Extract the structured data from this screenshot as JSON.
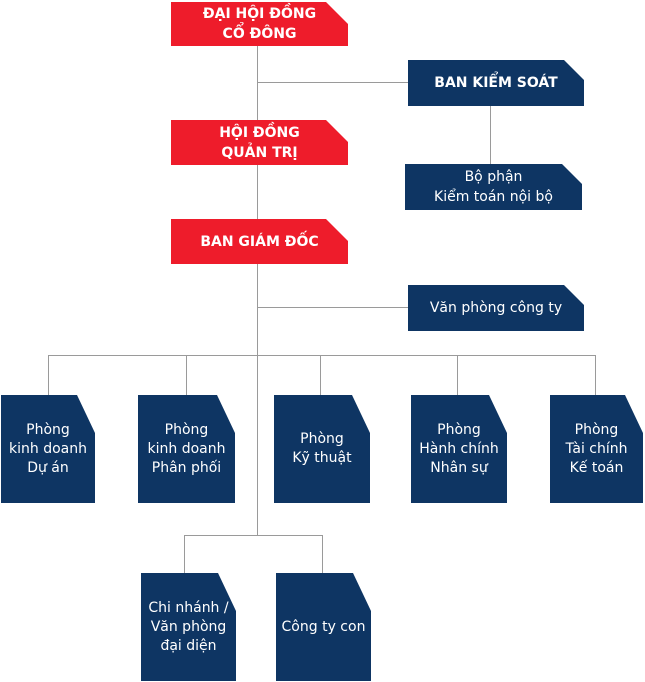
{
  "nodes": {
    "shareholders": "ĐẠI HỘI ĐỒNG\nCỔ ĐÔNG",
    "supervisory": "BAN KIỂM SOÁT",
    "board": "HỘI ĐỒNG\nQUẢN TRỊ",
    "audit": "Bộ phận\nKiểm toán nội bộ",
    "management": "BAN GIÁM ĐỐC",
    "office": "Văn phòng công ty",
    "dept_project": "Phòng\nkinh doanh\nDự án",
    "dept_distribution": "Phòng\nkinh doanh\nPhân phối",
    "dept_technical": "Phòng\nKỹ thuật",
    "dept_hr": "Phòng\nHành chính\nNhân sự",
    "dept_finance": "Phòng\nTài chính\nKế toán",
    "branch": "Chi nhánh /\nVăn phòng\nđại diện",
    "subsidiary": "Công ty con"
  },
  "colors": {
    "red": "#ee1c2b",
    "navy": "#0e3563",
    "connector": "#9a9a9a"
  }
}
